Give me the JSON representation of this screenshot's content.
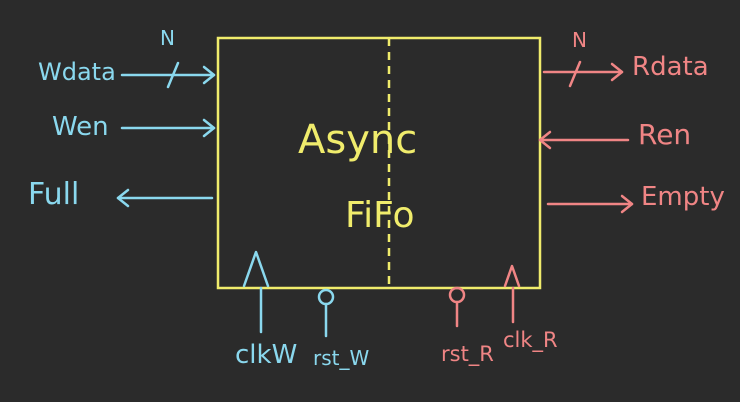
{
  "colors": {
    "background": "#2b2b2b",
    "write_side": "#8ad8ee",
    "read_side": "#f08585",
    "fifo_box": "#f0ec6c"
  },
  "block": {
    "title_line1": "Async",
    "title_line2": "FiFo"
  },
  "write_side": {
    "wdata": "Wdata",
    "wdata_width": "N",
    "wen": "Wen",
    "full": "Full",
    "clk": "clkW",
    "rst": "rst_W"
  },
  "read_side": {
    "rdata": "Rdata",
    "rdata_width": "N",
    "ren": "Ren",
    "empty": "Empty",
    "clk": "clk_R",
    "rst": "rst_R"
  }
}
